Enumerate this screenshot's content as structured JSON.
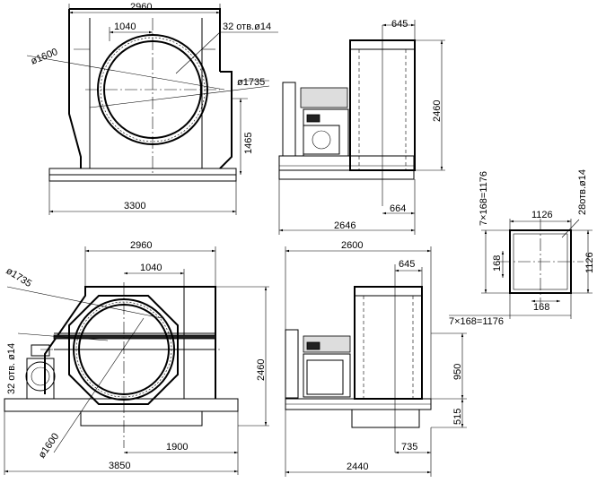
{
  "views": {
    "top_front": {
      "dim_width_top": "2960",
      "dim_inlet": "1040",
      "holes": "32 отв.ø14",
      "dia_outer": "ø1600",
      "dia_inner": "ø1735",
      "dim_height": "1465",
      "dim_base": "3300"
    },
    "top_side": {
      "dim_outlet": "645",
      "dim_height": "2460",
      "dim_offset": "664",
      "dim_length": "2646"
    },
    "flange": {
      "pitch_left": "7×168=1176",
      "holes": "28отв.ø14",
      "size_top": "1126",
      "size_right": "1126",
      "pitch_small_left": "168",
      "pitch_small_bottom": "168",
      "pitch_bottom": "7×168=1176"
    },
    "bottom_front": {
      "dim_width_top": "2960",
      "dim_inlet": "1040",
      "dia_outer": "ø1735",
      "holes": "32 отв. ø14",
      "dia_inner": "ø1600",
      "dim_height": "2460",
      "dim_offset": "1900",
      "dim_base": "3850"
    },
    "bottom_side": {
      "dim_width_top": "2600",
      "dim_outlet": "645",
      "dim_upper": "950",
      "dim_lower": "515",
      "dim_offset": "735",
      "dim_length": "2440"
    }
  }
}
